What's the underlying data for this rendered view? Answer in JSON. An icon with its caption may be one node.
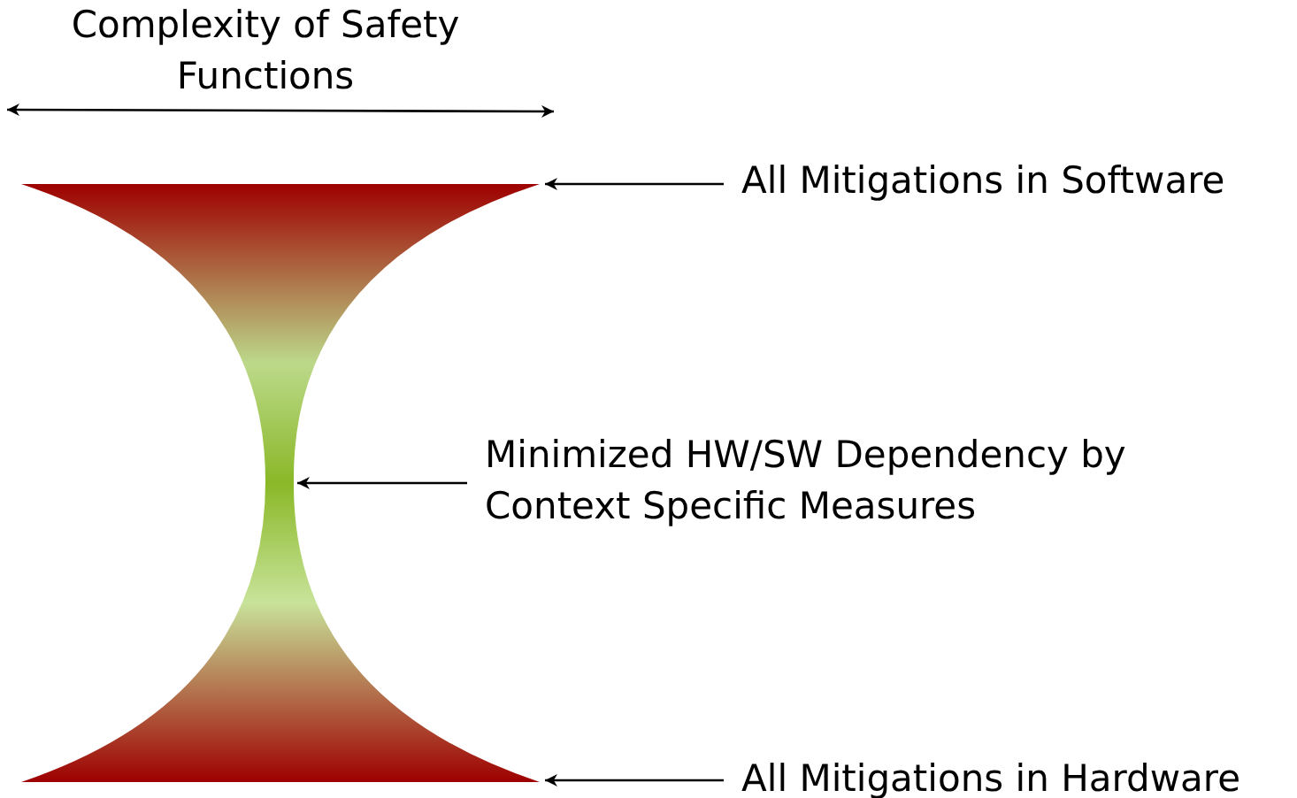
{
  "diagram": {
    "nodes": [
      {
        "text": [
          "All Mitigations in Software"
        ]
      },
      {
        "text": [
          "Minimized HW/SW Dependency by Context Specific Measures"
        ]
      },
      {
        "text": [
          "All Mitigations in Hardware"
        ]
      },
      {
        "text": [],
        "shape": "hourglass"
      }
    ],
    "edges": [
      {
        "from": 0,
        "to": 3,
        "arrow": "to"
      },
      {
        "from": 1,
        "to": 3,
        "arrow": "to"
      },
      {
        "from": 2,
        "to": 3,
        "arrow": "to"
      }
    ],
    "labels": [
      "Complexity of Safety Functions"
    ]
  }
}
